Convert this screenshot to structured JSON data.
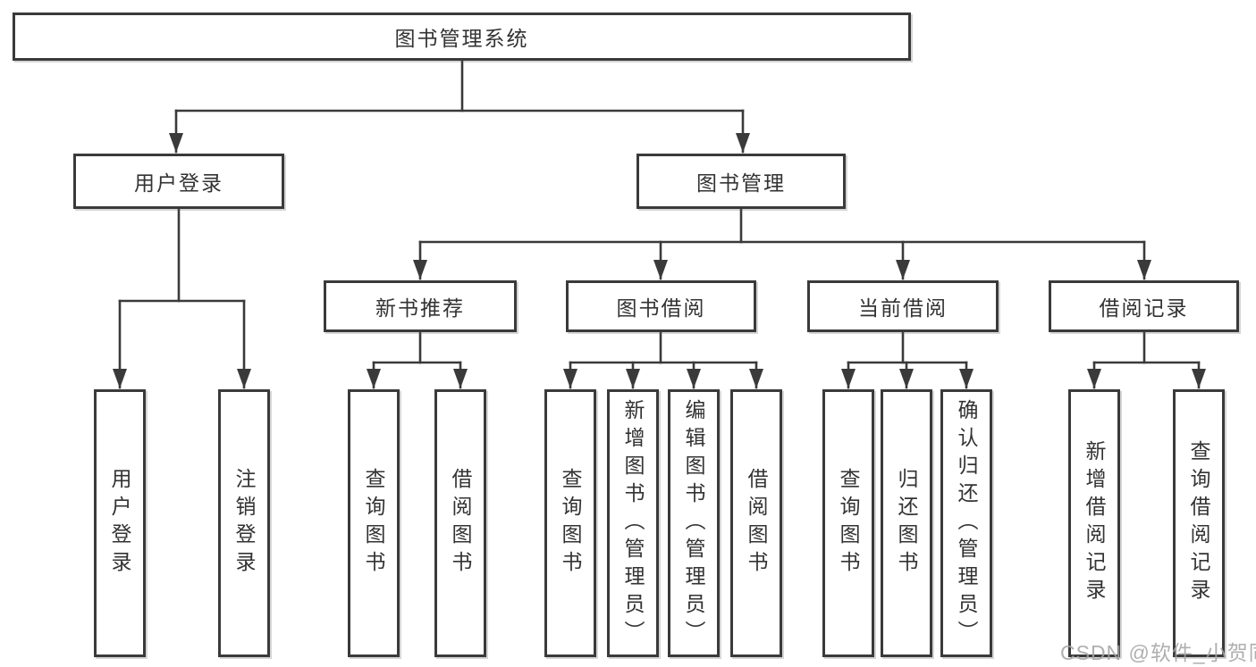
{
  "diagram_type": "tree-diagram",
  "colors": {
    "line": "#3a3a3a",
    "text": "#333333",
    "box_fill": "#ffffff",
    "background": "#ffffff",
    "watermark": "#a4a4a4"
  },
  "tree": {
    "root": "图书管理系统",
    "branches": [
      {
        "label": "用户登录",
        "children": [
          "用户登录",
          "注销登录"
        ]
      },
      {
        "label": "图书管理",
        "children": [
          {
            "label": "新书推荐",
            "children": [
              "查询图书",
              "借阅图书"
            ]
          },
          {
            "label": "图书借阅",
            "children": [
              "查询图书",
              "新增图书（管理员）",
              "编辑图书（管理员）",
              "借阅图书"
            ]
          },
          {
            "label": "当前借阅",
            "children": [
              "查询图书",
              "归还图书",
              "确认归还（管理员）"
            ]
          },
          {
            "label": "借阅记录",
            "children": [
              "新增借阅记录",
              "查询借阅记录"
            ]
          }
        ]
      }
    ]
  },
  "watermark": {
    "text": "CSDN @软件_小贺同学"
  }
}
